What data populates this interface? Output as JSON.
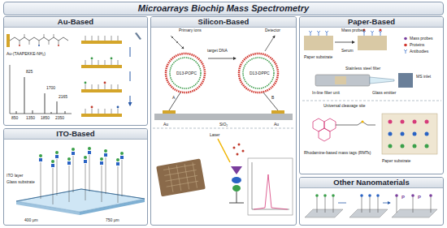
{
  "diagram": {
    "title": "Microarrays Biochip Mass Spectrometry",
    "nodes": [
      {
        "text": [
          "Au-Based"
        ]
      },
      {
        "text": [
          "ITO-Based"
        ]
      },
      {
        "text": [
          "Silicon-Based"
        ]
      },
      {
        "text": [
          "Paper-Based"
        ]
      },
      {
        "text": [
          "Other Nanomaterials"
        ]
      }
    ],
    "labels": [
      "Au-(TAAPEKKE-NH₂)",
      "825",
      "1700",
      "2165",
      "850",
      "1350",
      "1850",
      "2350",
      "ITO layer",
      "Glass substrate",
      "400 μm",
      "750 μm",
      "Primary ions",
      "Detector",
      "target DNA",
      "D13-POPC",
      "D13-DPPC",
      "A",
      "B",
      "Au",
      "SiO₂",
      "Au",
      "Laser",
      "Mass probes",
      "Serum",
      "Paper substrate",
      "Mass probes",
      "Proteins",
      "Antibodies",
      "Stainless steel filter",
      "In-line filter unit",
      "Glass emitter",
      "MS inlet",
      "Universal cleavage site",
      "Rhodamine-based mass tags (RMTs)",
      "Paper substrate",
      "P",
      "P"
    ]
  }
}
